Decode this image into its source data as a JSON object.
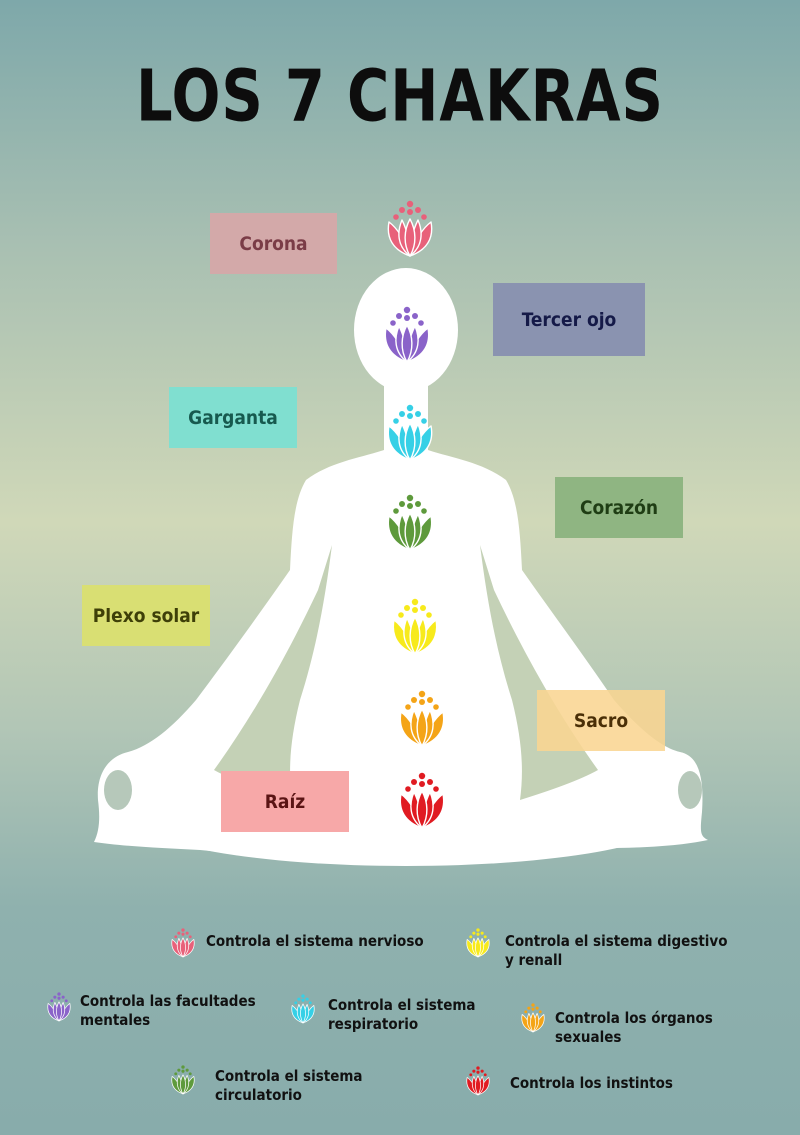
{
  "title": "LOS 7 CHAKRAS",
  "colors": {
    "corona": "#e8617a",
    "tercer_ojo": "#8a63c9",
    "garganta": "#36d0e6",
    "corazon": "#5e9a3c",
    "plexo_solar": "#f7ea1c",
    "sacro": "#f4a417",
    "raiz": "#e01b22"
  },
  "labels": {
    "corona": "Corona",
    "tercer_ojo": "Tercer ojo",
    "garganta": "Garganta",
    "corazon": "Corazón",
    "plexo_solar": "Plexo solar",
    "sacro": "Sacro",
    "raiz": "Raíz"
  },
  "legend": {
    "corona": "Controla el sistema nervioso",
    "tercer_ojo": "Controla las facultades mentales",
    "garganta": "Controla el sistema respiratorio",
    "corazon": "Controla el sistema circulatorio",
    "plexo_solar": "Controla el sistema digestivo y renall",
    "sacro": "Controla los órganos sexuales",
    "raiz": "Controla los instintos"
  }
}
